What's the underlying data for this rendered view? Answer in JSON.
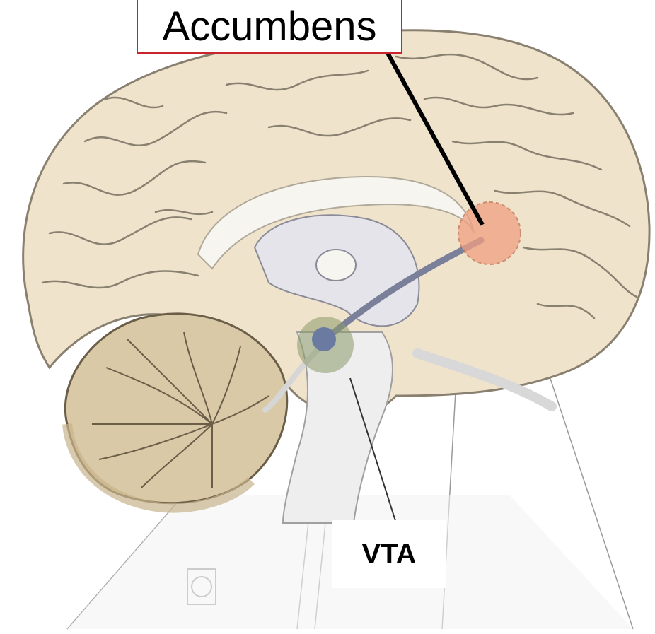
{
  "labels": {
    "accumbens": "Accumbens",
    "vta": "VTA"
  },
  "colors": {
    "cortex": "#efe3cc",
    "sulcus": "#8a8070",
    "white_matter": "#f7f5f0",
    "cerebellum": "#d9c9a6",
    "accumbens_region": "#f0a080",
    "vta_region": "#8a9a6a",
    "vta_core": "#6a7aa0",
    "pathway": "#7a7f9a",
    "label_border": "#c8252c"
  },
  "icons": {
    "accumbens_marker": "orange-circle",
    "vta_marker": "green-circle"
  }
}
